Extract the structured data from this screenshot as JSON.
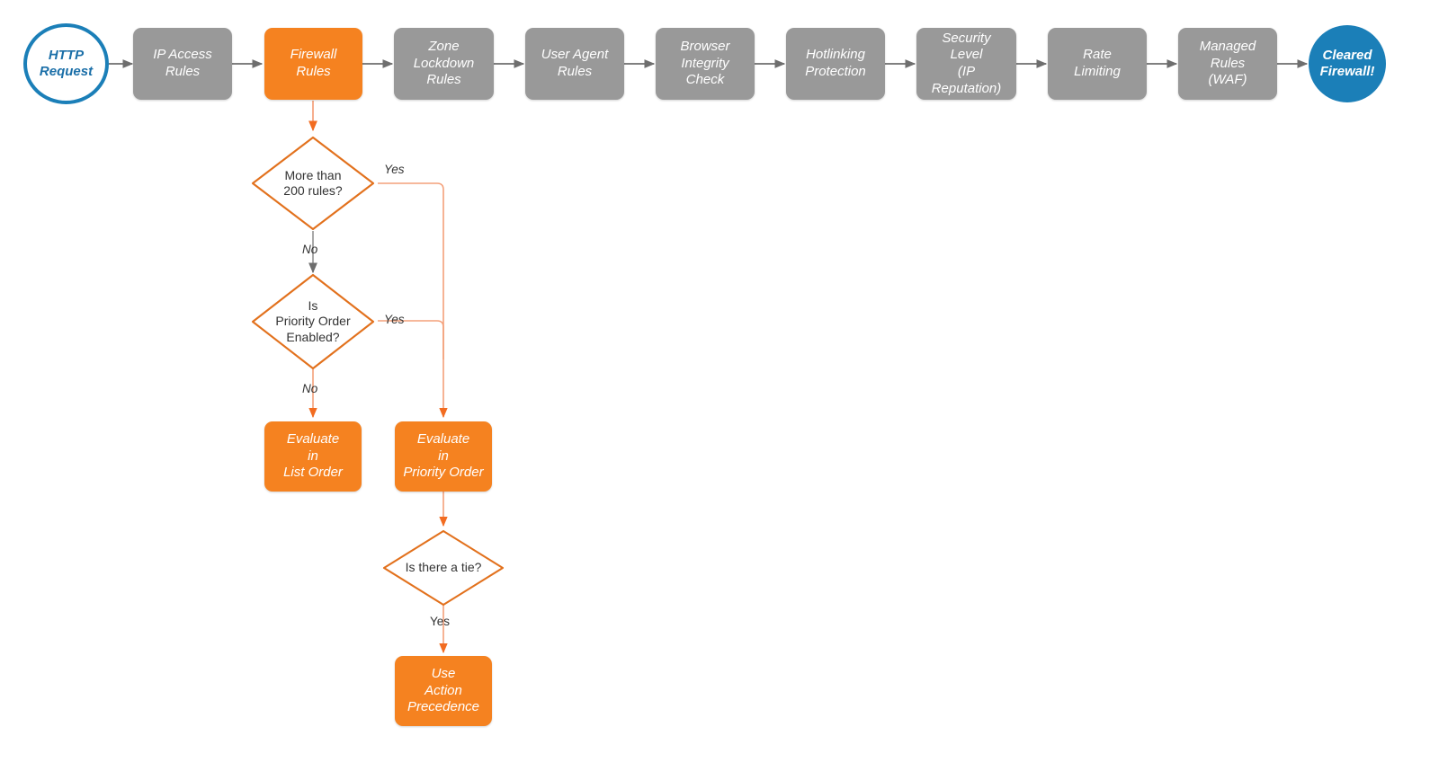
{
  "diagram": {
    "title": "Cloudflare Firewall Rules Evaluation Order",
    "colors": {
      "gray_fill": "#999999",
      "orange_fill": "#F58220",
      "orange_stroke": "#E2711D",
      "orange_light_stroke": "#F4A07A",
      "blue": "#1B7FB8",
      "gray_stroke": "#8A8A8A",
      "text_dark": "#333333",
      "text_light": "#FFFFFF",
      "background": "#FFFFFF"
    },
    "pipeline": [
      {
        "id": "http-request",
        "label": "HTTP\nRequest",
        "shape": "circle-outline",
        "color": "#1B7FB8"
      },
      {
        "id": "ip-access-rules",
        "label": "IP Access\nRules",
        "shape": "box",
        "color": "#999999"
      },
      {
        "id": "firewall-rules",
        "label": "Firewall\nRules",
        "shape": "box",
        "color": "#F58220"
      },
      {
        "id": "zone-lockdown-rules",
        "label": "Zone\nLockdown\nRules",
        "shape": "box",
        "color": "#999999"
      },
      {
        "id": "user-agent-rules",
        "label": "User Agent\nRules",
        "shape": "box",
        "color": "#999999"
      },
      {
        "id": "browser-integrity",
        "label": "Browser\nIntegrity\nCheck",
        "shape": "box",
        "color": "#999999"
      },
      {
        "id": "hotlinking",
        "label": "Hotlinking\nProtection",
        "shape": "box",
        "color": "#999999"
      },
      {
        "id": "security-level",
        "label": "Security\nLevel\n(IP Reputation)",
        "shape": "box",
        "color": "#999999"
      },
      {
        "id": "rate-limiting",
        "label": "Rate\nLimiting",
        "shape": "box",
        "color": "#999999"
      },
      {
        "id": "managed-rules-waf",
        "label": "Managed\nRules\n(WAF)",
        "shape": "box",
        "color": "#999999"
      },
      {
        "id": "cleared-firewall",
        "label": "Cleared\nFirewall!",
        "shape": "circle-filled",
        "color": "#1B7FB8"
      }
    ],
    "decisions": [
      {
        "id": "more-than-200-rules",
        "label": "More than\n200 rules?"
      },
      {
        "id": "priority-order-enabled",
        "label": "Is\nPriority Order\nEnabled?"
      },
      {
        "id": "is-there-a-tie",
        "label": "Is there a tie?"
      }
    ],
    "outcomes": [
      {
        "id": "evaluate-list-order",
        "label": "Evaluate\nin\nList Order"
      },
      {
        "id": "evaluate-priority-order",
        "label": "Evaluate\nin\nPriority Order"
      },
      {
        "id": "use-action-precedence",
        "label": "Use\nAction\nPrecedence"
      }
    ],
    "edge_labels": {
      "more_than_200_yes": "Yes",
      "more_than_200_no": "No",
      "priority_order_yes": "Yes",
      "priority_order_no": "No",
      "tie_yes": "Yes"
    }
  }
}
